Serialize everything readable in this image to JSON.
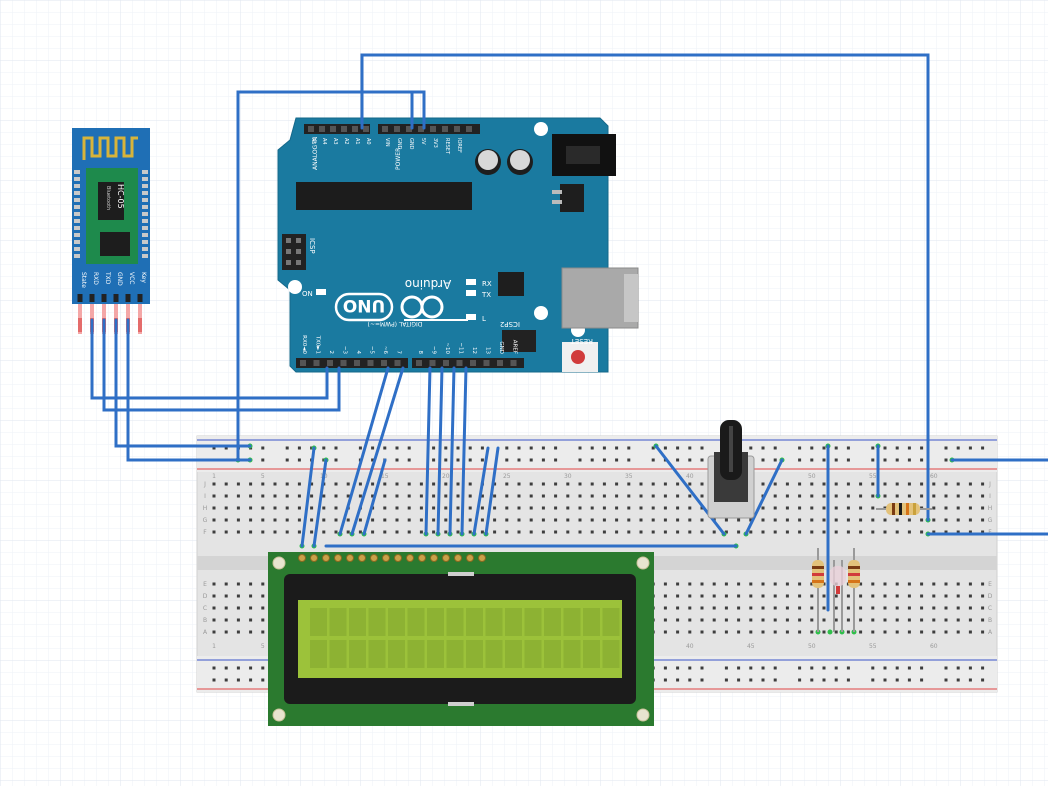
{
  "colors": {
    "grid": "#e6ecf4",
    "wire": "#2f6fc6",
    "arduino_board": "#1a7aa0",
    "breadboard": "#e6e6e6",
    "lcd_pcb": "#2b7a2f",
    "lcd_screen": "#9cc23a",
    "bt_module": "#1f6fb5",
    "pot_body": "#3a3a3a",
    "rail_red": "#e04545",
    "rail_blue": "#3a55c8"
  },
  "arduino": {
    "brand": "Arduino",
    "model": "UNO",
    "header_top_analog": "ANALOG IN",
    "header_top_power": "POWER",
    "pins_analog": [
      "A5",
      "A4",
      "A3",
      "A2",
      "A1",
      "A0"
    ],
    "pins_power": [
      "VIN",
      "GND",
      "GND",
      "5V",
      "3V3",
      "RESET",
      "IOREF"
    ],
    "digital_label": "DIGITAL (PWM=~)",
    "pins_digital_low": [
      "RX0◄0",
      "TX0►1",
      "2",
      "~3",
      "4",
      "~5",
      "~6",
      "7"
    ],
    "pins_digital_high": [
      "8",
      "~9",
      "~10",
      "~11",
      "12",
      "13",
      "GND",
      "AREF"
    ],
    "icsp": "ICSP",
    "icsp2": "ICSP2",
    "led_rx": "RX",
    "led_tx": "TX",
    "led_l": "L",
    "led_on": "ON",
    "reset": "RESET"
  },
  "bluetooth": {
    "chip_label": "HC-05",
    "chip_sub": "Bluetooth",
    "pins": [
      "State",
      "RXD",
      "TXD",
      "GND",
      "VCC",
      "Key"
    ]
  },
  "breadboard": {
    "row_letters_top": [
      "J",
      "I",
      "H",
      "G",
      "F"
    ],
    "row_letters_bottom": [
      "E",
      "D",
      "C",
      "B",
      "A"
    ],
    "column_numbers": [
      "1",
      "5",
      "10",
      "15",
      "20",
      "25",
      "30",
      "35",
      "40",
      "45",
      "50",
      "55",
      "60"
    ]
  }
}
